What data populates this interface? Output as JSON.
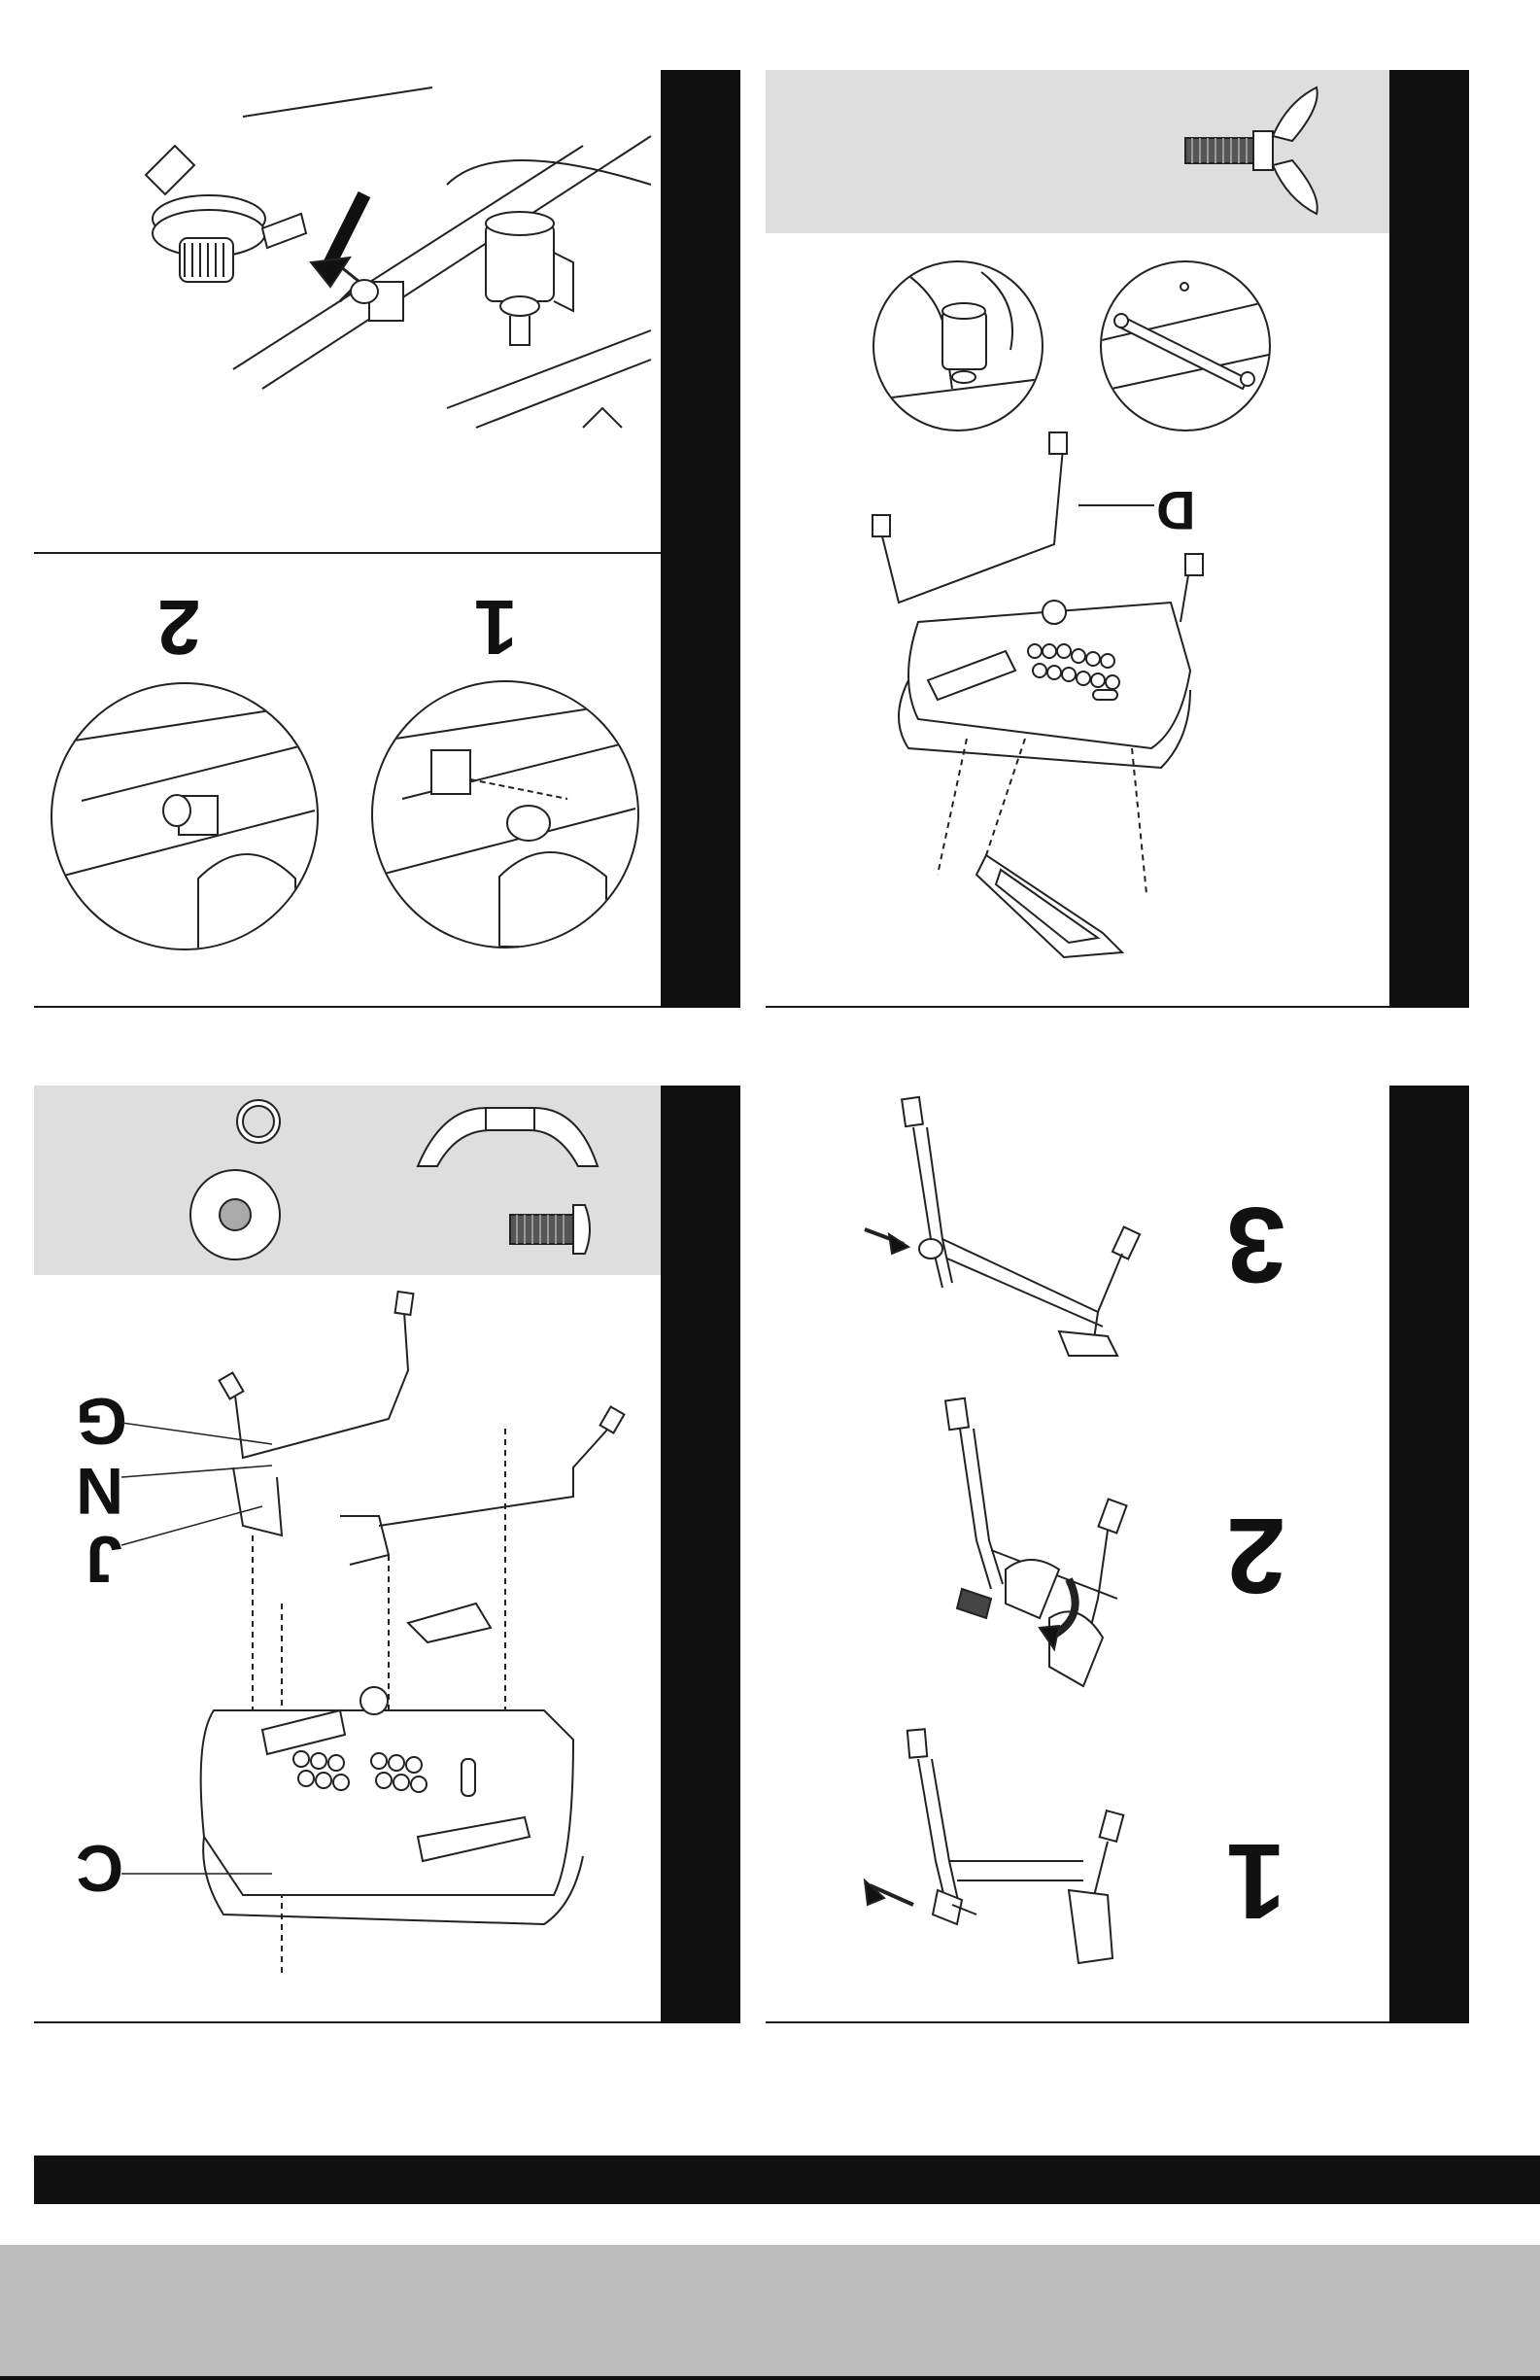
{
  "panels": {
    "top_left": {
      "detail_steps": [
        "2",
        "1"
      ]
    },
    "top_right": {
      "callout": "D"
    },
    "bottom_left": {
      "callouts": [
        "G",
        "N",
        "J",
        "C"
      ]
    },
    "bottom_right": {
      "steps": [
        "3",
        "2",
        "1"
      ]
    }
  },
  "colors": {
    "bar": "#111111",
    "parts_band": "#dedede",
    "footer_band": "#bdbdbd"
  }
}
